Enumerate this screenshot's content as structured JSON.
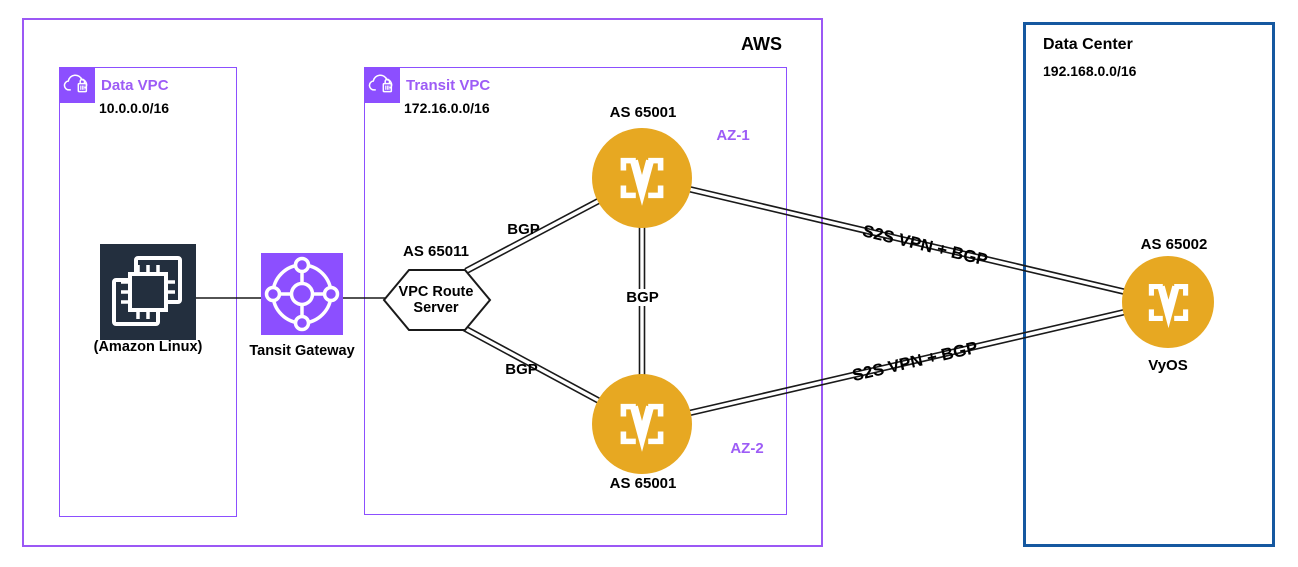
{
  "aws": {
    "label": "AWS"
  },
  "data_vpc": {
    "title": "Data VPC",
    "cidr": "10.0.0.0/16",
    "instance_caption": "(Amazon Linux)"
  },
  "transit_gateway": {
    "caption": "Tansit Gateway"
  },
  "transit_vpc": {
    "title": "Transit VPC",
    "cidr": "172.16.0.0/16",
    "route_server": {
      "asn": "AS 65011",
      "name": "VPC Route Server"
    },
    "vyos_az1": {
      "asn": "AS 65001",
      "zone": "AZ-1"
    },
    "vyos_az2": {
      "asn": "AS 65001",
      "zone": "AZ-2"
    }
  },
  "connections": {
    "bgp_route_server_az1": "BGP",
    "bgp_az1_az2": "BGP",
    "bgp_route_server_az2": "BGP",
    "vpn_az1_dc": "S2S VPN + BGP",
    "vpn_az2_dc": "S2S VPN + BGP"
  },
  "data_center": {
    "title": "Data Center",
    "cidr": "192.168.0.0/16",
    "vyos": {
      "asn": "AS 65002",
      "caption": "VyOS"
    }
  },
  "colors": {
    "aws_purple": "#8C4FFF",
    "boundary_purple": "#9B58F5",
    "vyos_orange": "#E7A822",
    "data_center_blue": "#1558A0",
    "instance_dark": "#232F3E",
    "az_label_purple": "#9D5CF6",
    "line_black": "#1A1A1A"
  }
}
